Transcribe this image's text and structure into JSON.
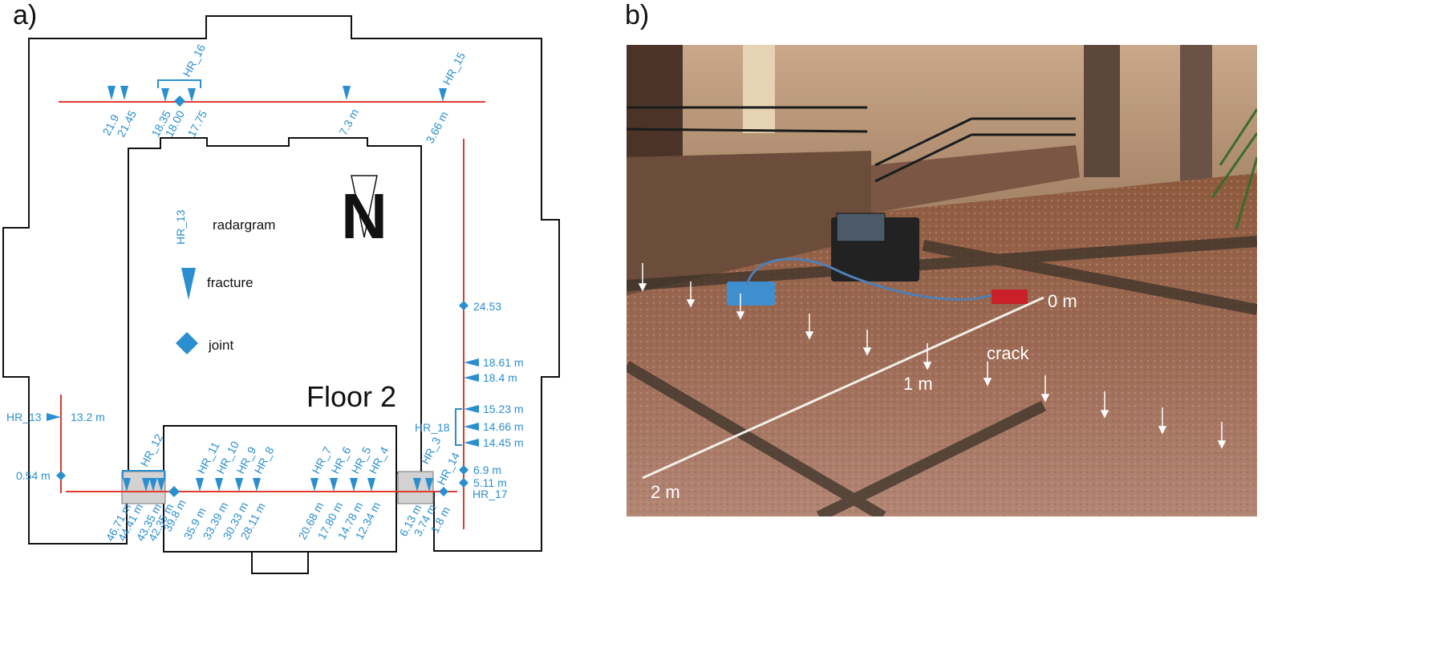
{
  "panel_a": {
    "letter": "a)",
    "floor_label": "Floor 2",
    "north_letter": "N",
    "legend": {
      "radargram_code": "HR_13",
      "radargram_label": "radargram",
      "fracture_label": "fracture",
      "joint_label": "joint"
    },
    "profiles": {
      "hr16": "HR_16",
      "hr15": "HR_15",
      "hr13": "HR_13",
      "hr12": "HR_12",
      "hr11": "HR_11",
      "hr10": "HR_10",
      "hr9": "HR_9",
      "hr8": "HR_8",
      "hr7": "HR_7",
      "hr6": "HR_6",
      "hr5": "HR_5",
      "hr4": "HR_4",
      "hr3": "HR_3",
      "hr14": "HR_14",
      "hr18": "HR_18",
      "hr17": "HR_17"
    },
    "top_distances": [
      "21.9",
      "21.45",
      "18.35",
      "18.00",
      "17.75",
      "7.3 m",
      "3.66 m"
    ],
    "right_distances": [
      "24.53",
      "18.61 m",
      "18.4 m",
      "15.23 m",
      "14.66 m",
      "14.45 m",
      "6.9 m",
      "5.11 m"
    ],
    "left_distances": [
      "13.2 m",
      "0.54 m"
    ],
    "bottom_distances": [
      "46.71 m",
      "44.41 m",
      "43.35 m",
      "42.35 m",
      "39.8 m",
      "35.9 m",
      "33.39 m",
      "30.33 m",
      "28.11 m",
      "20.68 m",
      "17.80 m",
      "14.78 m",
      "12.34 m",
      "6.13 m",
      "3.74 m",
      "1.8 m"
    ],
    "colors": {
      "profile_line": "#e03a2b",
      "marker": "#2b8fcf",
      "wall": "#111111",
      "highlight": "#d2d2d2"
    }
  },
  "panel_b": {
    "letter": "b)",
    "labels": {
      "zero": "0 m",
      "one": "1 m",
      "two": "2 m",
      "crack": "crack"
    }
  }
}
